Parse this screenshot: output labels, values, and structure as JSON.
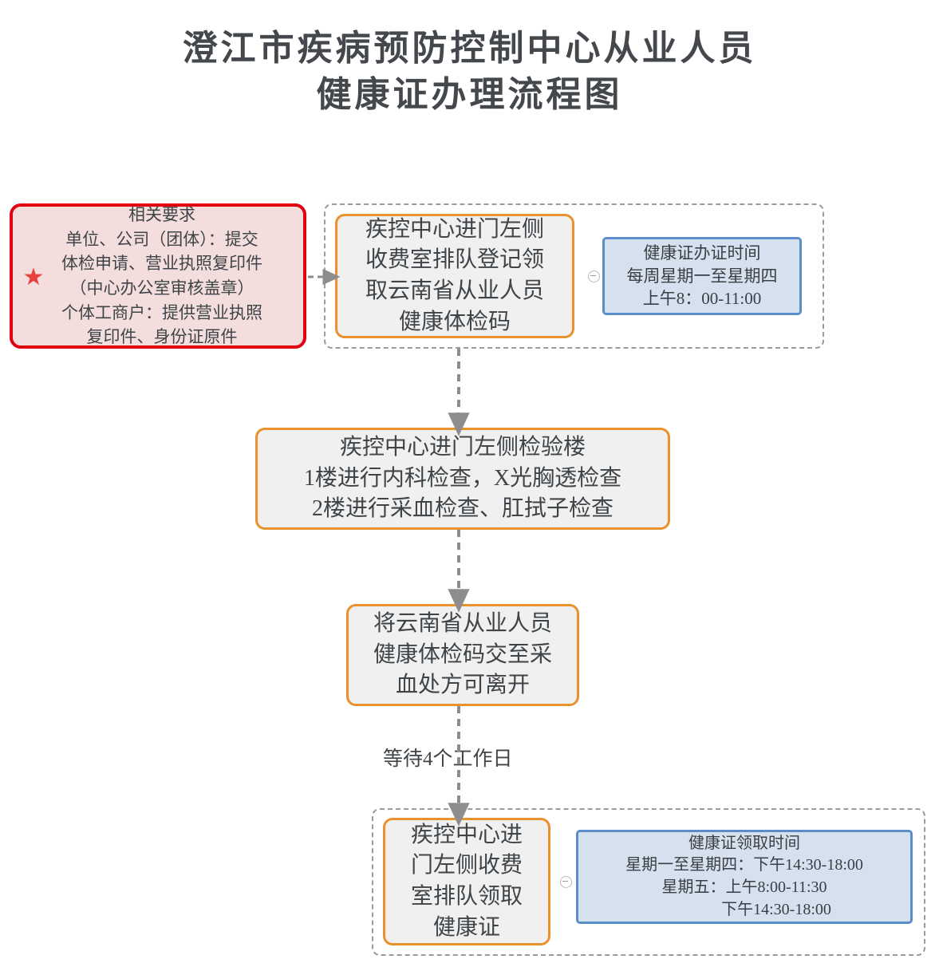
{
  "title": {
    "line1": "澄江市疾病预防控制中心从业人员",
    "line2": "健康证办理流程图"
  },
  "colors": {
    "orange_border": "#e8912d",
    "orange_fill": "#f0f0f0",
    "blue_border": "#5b8ec9",
    "blue_fill": "#d6e1ef",
    "red_border": "#e2000f",
    "red_fill": "#f3dedd",
    "star": "#e8403f",
    "dashed_gray": "#9b9b9b",
    "text": "#3f4448"
  },
  "requirements_box": {
    "heading": "相关要求",
    "body": "单位、公司（团体）：提交\n体检申请、营业执照复印件\n（中心办公室审核盖章）\n个体工商户：提供营业执照\n复印件、身份证原件",
    "full_text": "相关要求\n单位、公司（团体）：提交\n体检申请、营业执照复印件\n（中心办公室审核盖章）\n个体工商户：提供营业执照\n复印件、身份证原件",
    "star_icon": "star-icon"
  },
  "steps": [
    {
      "id": "step-1",
      "text": "疾控中心进门左侧\n收费室排队登记领\n取云南省从业人员\n健康体检码"
    },
    {
      "id": "step-2",
      "text": "疾控中心进门左侧检验楼\n1楼进行内科检查，X光胸透检查\n2楼进行采血检查、肛拭子检查"
    },
    {
      "id": "step-3",
      "text": "将云南省从业人员\n健康体检码交至采\n血处方可离开"
    },
    {
      "id": "step-4",
      "text": "疾控中心进\n门左侧收费\n室排队领取\n健康证"
    }
  ],
  "notes": [
    {
      "id": "note-apply-time",
      "text": "健康证办证时间\n每周星期一至星期四\n上午8：00-11:00"
    },
    {
      "id": "note-collect-time",
      "text": "健康证领取时间\n星期一至星期四：下午14:30-18:00\n星期五：上午8:00-11:30\n　　　　下午14:30-18:00"
    }
  ],
  "edge_labels": {
    "wait": "等待4个工作日"
  }
}
